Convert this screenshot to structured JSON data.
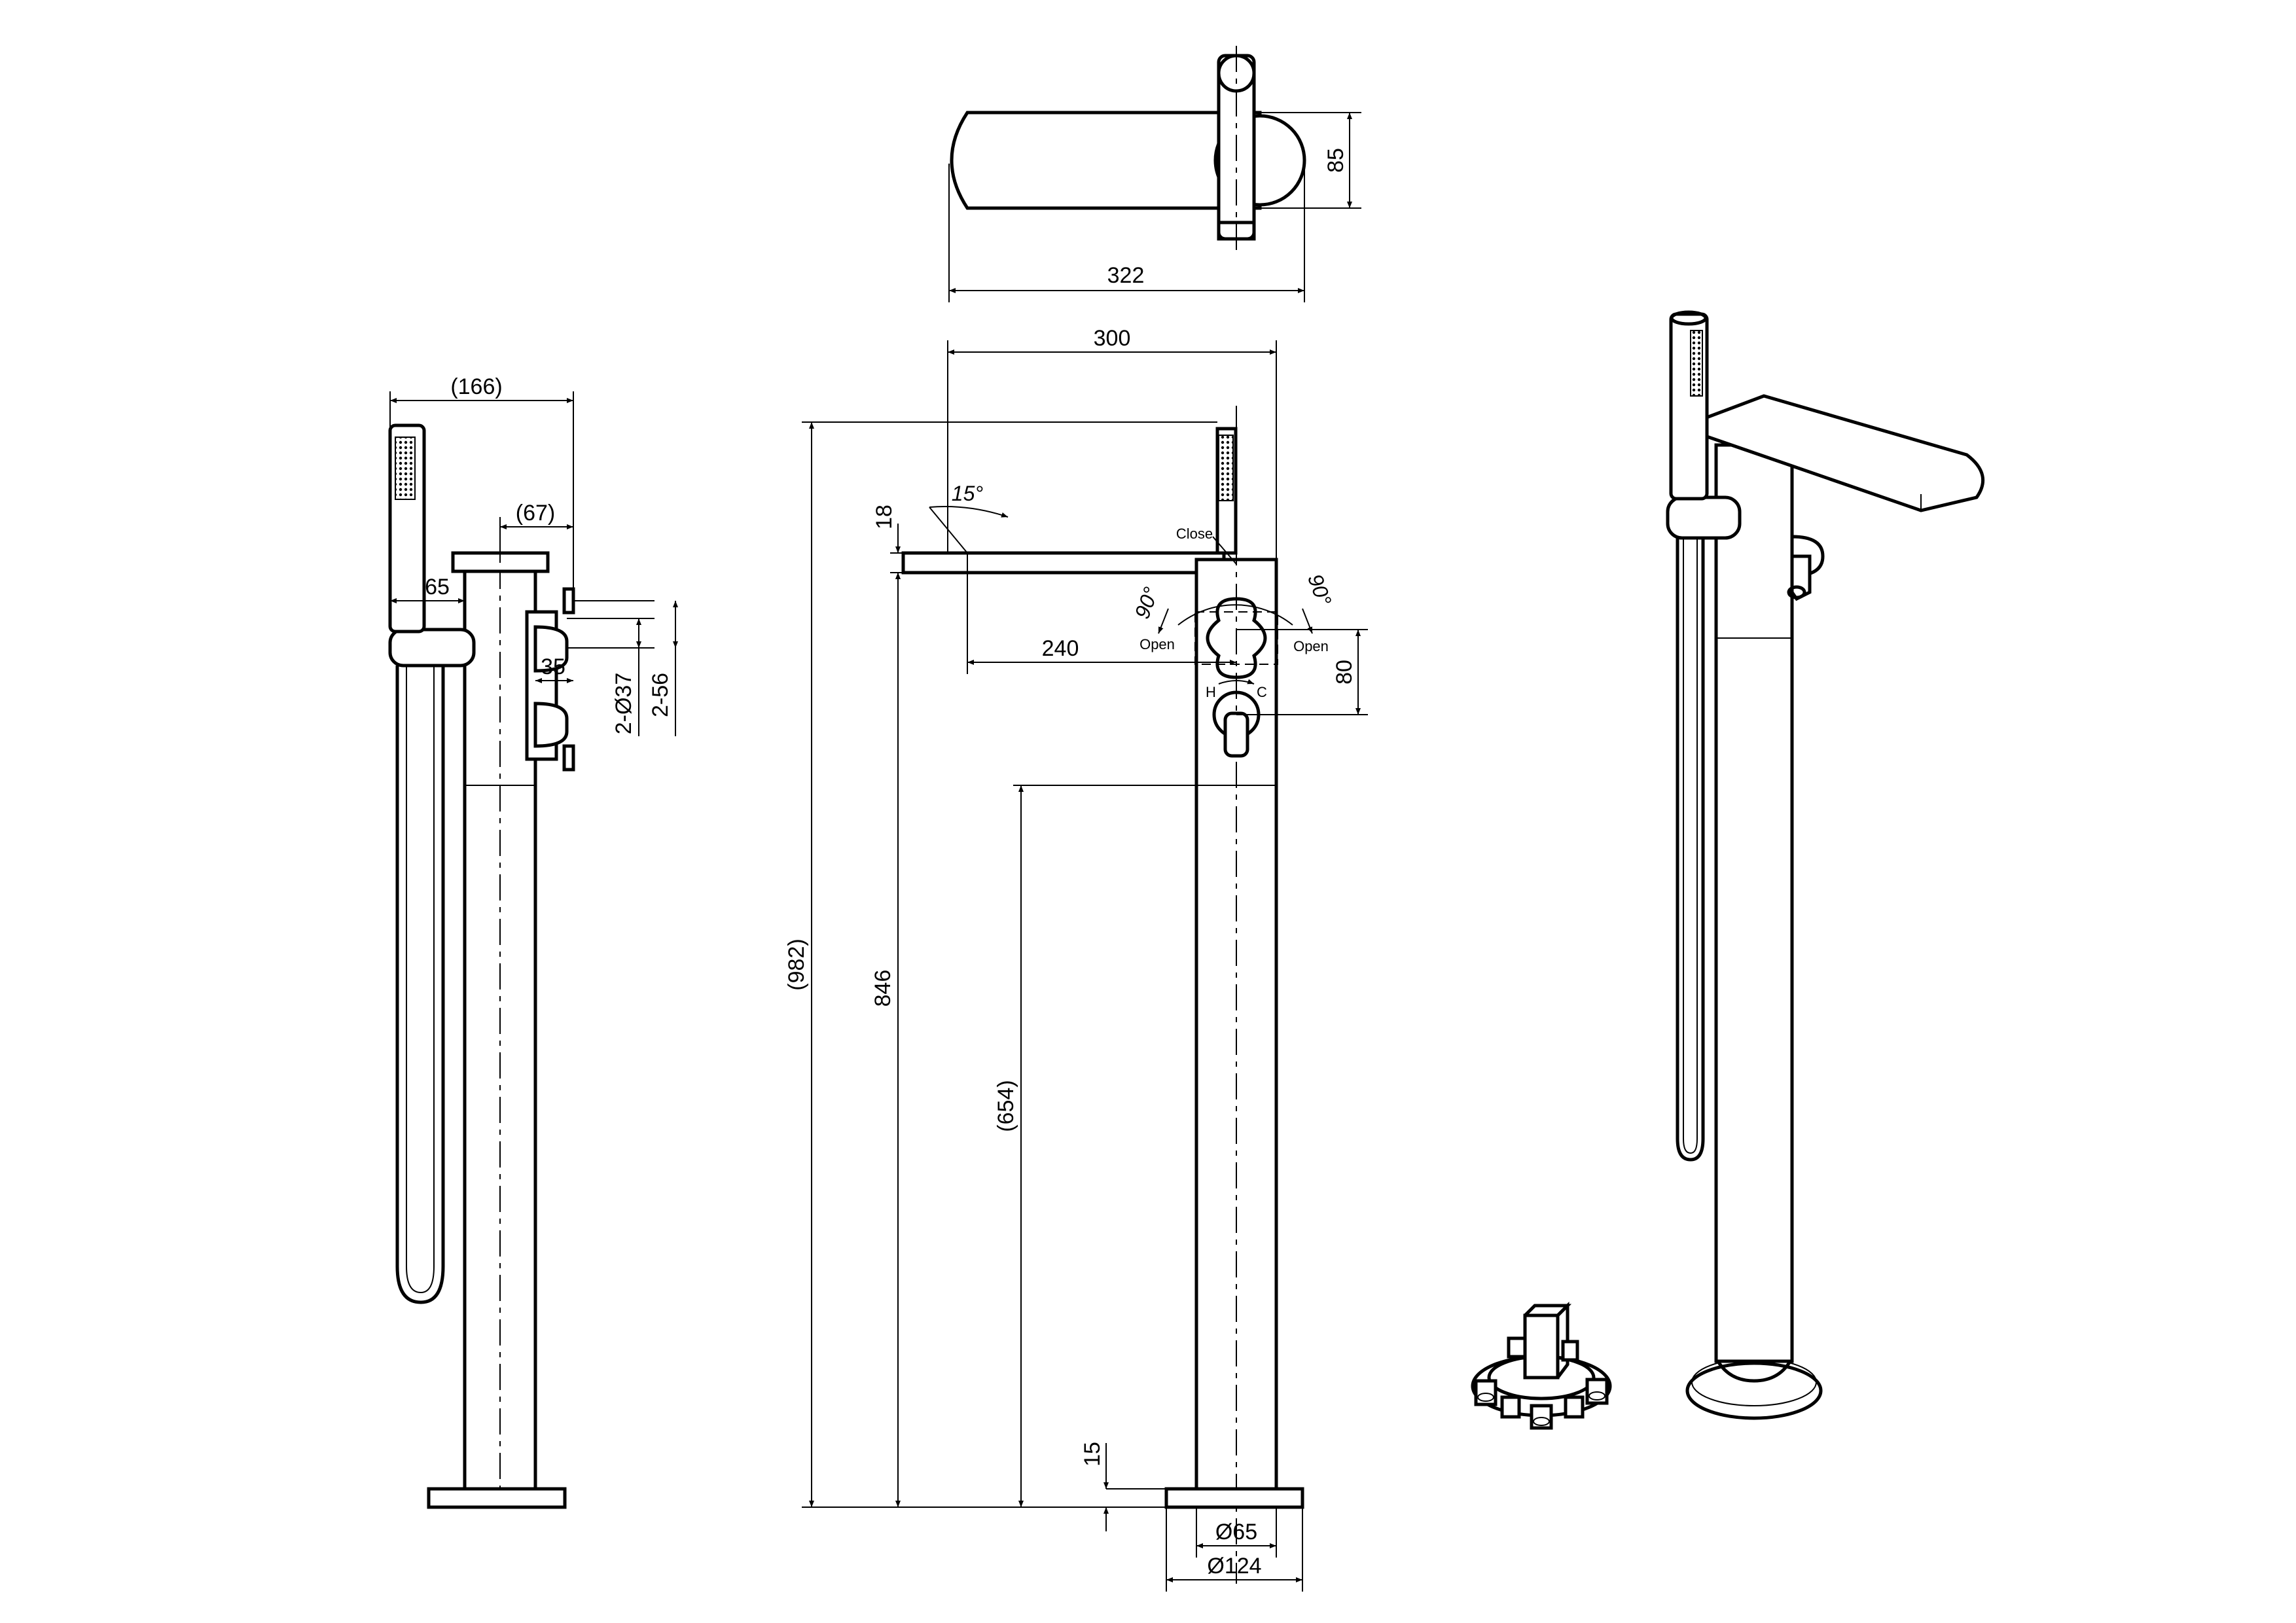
{
  "dimensions": {
    "top_depth": "85",
    "top_width": "322",
    "spout_reach": "300",
    "overall_height": "(982)",
    "base_to_spout": "846",
    "base_to_lever": "(654)",
    "spout_thickness": "18",
    "base_thickness": "15",
    "handle_offset": "240",
    "lever_gap": "80",
    "stem_diameter": "Ø65",
    "base_diameter": "Ø124",
    "side_overall": "(166)",
    "side_offset": "(67)",
    "side_holder": "65",
    "outlet_length": "35",
    "outlet_diameter": "2-Ø37",
    "outlet_spacing": "2-56"
  },
  "angles": {
    "spout_tilt": "15°",
    "turn_left": "90°",
    "turn_right": "90°"
  },
  "labels": {
    "close": "Close",
    "open_left": "Open",
    "open_right": "Open",
    "hot": "H",
    "cold": "C"
  }
}
